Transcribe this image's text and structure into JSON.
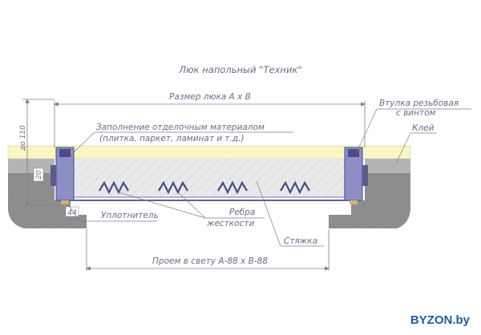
{
  "title": "Люк напольный \"Техник\"",
  "labels": {
    "hatch_size": "Размер люка А х В",
    "filling_line1": "Заполнение отделочным материалом",
    "filling_line2": "(плитка, паркет, ламинат и т.д.)",
    "threaded_bush_line1": "Втулка резьбовая",
    "threaded_bush_line2": "с винтом",
    "glue": "Клей",
    "seal": "Уплотнитель",
    "ribs_line1": "Ребра",
    "ribs_line2": "жесткости",
    "screed": "Стяжка",
    "clear_opening": "Проем в свету А-88 х В-88",
    "height_dim": "до 110",
    "dim_20": "20",
    "dim_44": "44"
  },
  "brand": "BYZON.by",
  "colors": {
    "floor_finish": "#fbf7c4",
    "concrete": "#8e8e8e",
    "hatch_frame": "#8d8ec6",
    "hatch_frame_dark": "#4a4c86",
    "screed": "#e9e9e9",
    "dim_line": "#7a7e92",
    "label_text": "#6a6e86",
    "brand": "#1f5aa8",
    "seal": "#d8b070"
  }
}
